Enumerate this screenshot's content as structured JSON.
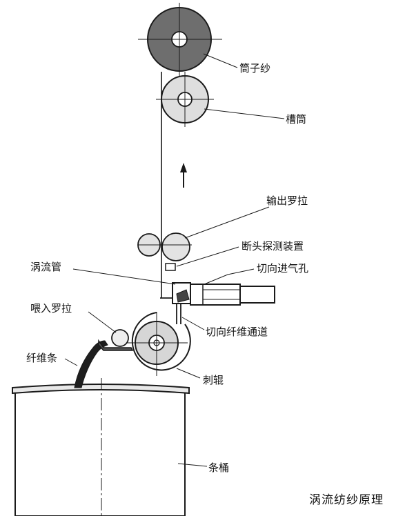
{
  "labels": {
    "bobbin": "筒子纱",
    "groove_drum": "槽筒",
    "delivery_roller": "输出罗拉",
    "break_detector": "断头探测装置",
    "vortex_tube": "涡流管",
    "tangential_air_hole": "切向进气孔",
    "feed_roller": "喂入罗拉",
    "tangential_fiber_channel": "切向纤维通道",
    "sliver": "纤维条",
    "licker_in": "刺辊",
    "can": "条桶"
  },
  "caption": "涡流纺纱原理",
  "colors": {
    "line": "#1a1a1a",
    "bobbin_fill": "#6e6e6e",
    "drum_fill": "#dedede",
    "roller_fill": "#e6e6e6",
    "can_fill": "#ffffff"
  }
}
